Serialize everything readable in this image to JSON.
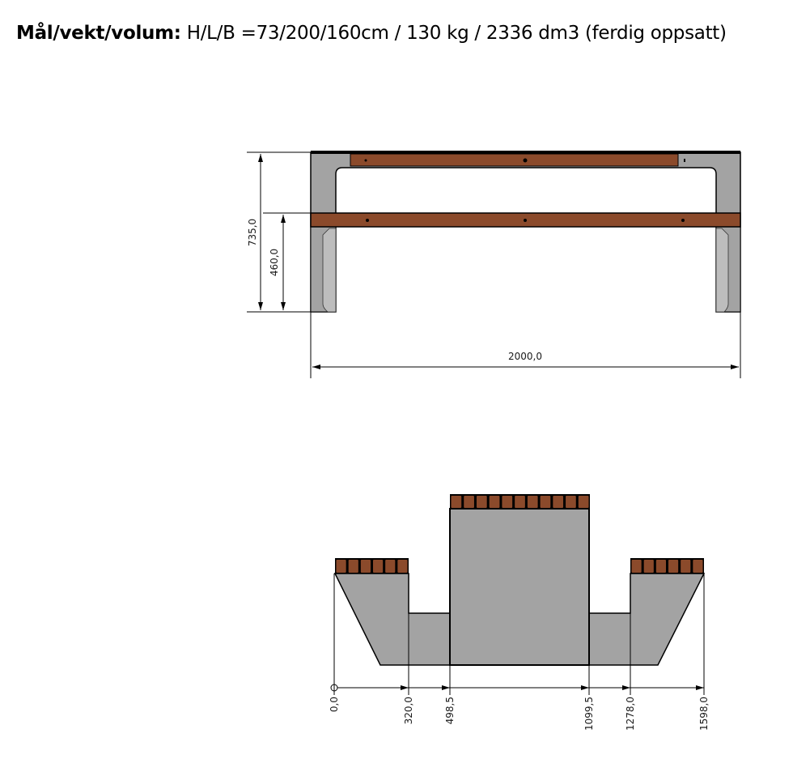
{
  "title": {
    "label": "Mål/vekt/volum:",
    "value": " H/L/B =73/200/160cm / 130 kg / 2336 dm3 (ferdig oppsatt)"
  },
  "front_view": {
    "height_total": "735,0",
    "seat_height": "460,0",
    "length": "2000,0"
  },
  "side_view": {
    "offsets": [
      "0,0",
      "320,0",
      "498,5",
      "1099,5",
      "1278,0",
      "1598,0"
    ]
  },
  "colors": {
    "wood": "#8b4a2b",
    "concrete": "#a3a3a3",
    "line": "#000000"
  }
}
